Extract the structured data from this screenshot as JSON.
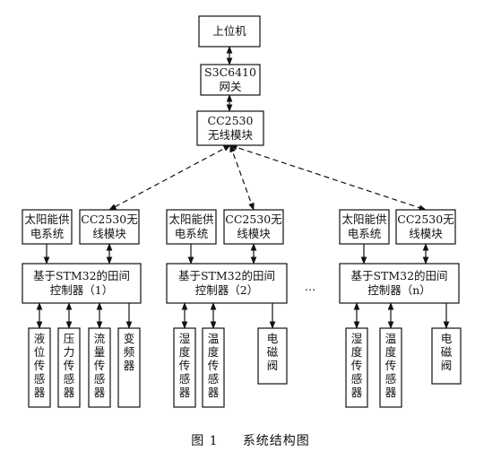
{
  "host": "上位机",
  "gateway": [
    "S3C6410",
    "网关"
  ],
  "wireless": [
    "CC2530",
    "无线模块"
  ],
  "ellipsis": "…",
  "nodes": [
    {
      "solar": [
        "太阳能供",
        "电系统"
      ],
      "radio": [
        "CC2530无",
        "线模块"
      ],
      "controller": [
        "基于STM32的田间",
        "控制器（1）"
      ],
      "devices": [
        "液位传感器",
        "压力传感器",
        "流量传感器",
        "变频器"
      ]
    },
    {
      "solar": [
        "太阳能供",
        "电系统"
      ],
      "radio": [
        "CC2530无",
        "线模块"
      ],
      "controller": [
        "基于STM32的田间",
        "控制器（2）"
      ],
      "devices": [
        "湿度传感器",
        "温度传感器",
        "电磁阀"
      ]
    },
    {
      "solar": [
        "太阳能供",
        "电系统"
      ],
      "radio": [
        "CC2530无",
        "线模块"
      ],
      "controller": [
        "基于STM32的田间",
        "控制器（n）"
      ],
      "devices": [
        "湿度传感器",
        "温度传感器",
        "电磁阀"
      ]
    }
  ],
  "caption": {
    "label": "图 1",
    "title": "系统结构图"
  }
}
